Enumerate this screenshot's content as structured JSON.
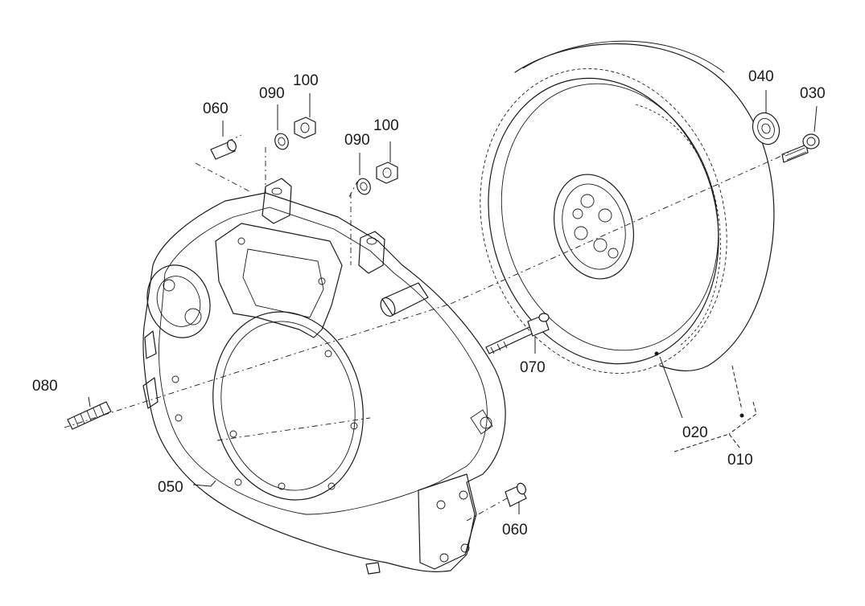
{
  "callouts": {
    "c010": "010",
    "c020": "020",
    "c030": "030",
    "c040": "040",
    "c050": "050",
    "c060_top": "060",
    "c060_bottom": "060",
    "c070": "070",
    "c080": "080",
    "c090_left": "090",
    "c090_right": "090",
    "c100_left": "100",
    "c100_right": "100"
  },
  "colors": {
    "line": "#1a1a1a",
    "background": "#ffffff"
  }
}
